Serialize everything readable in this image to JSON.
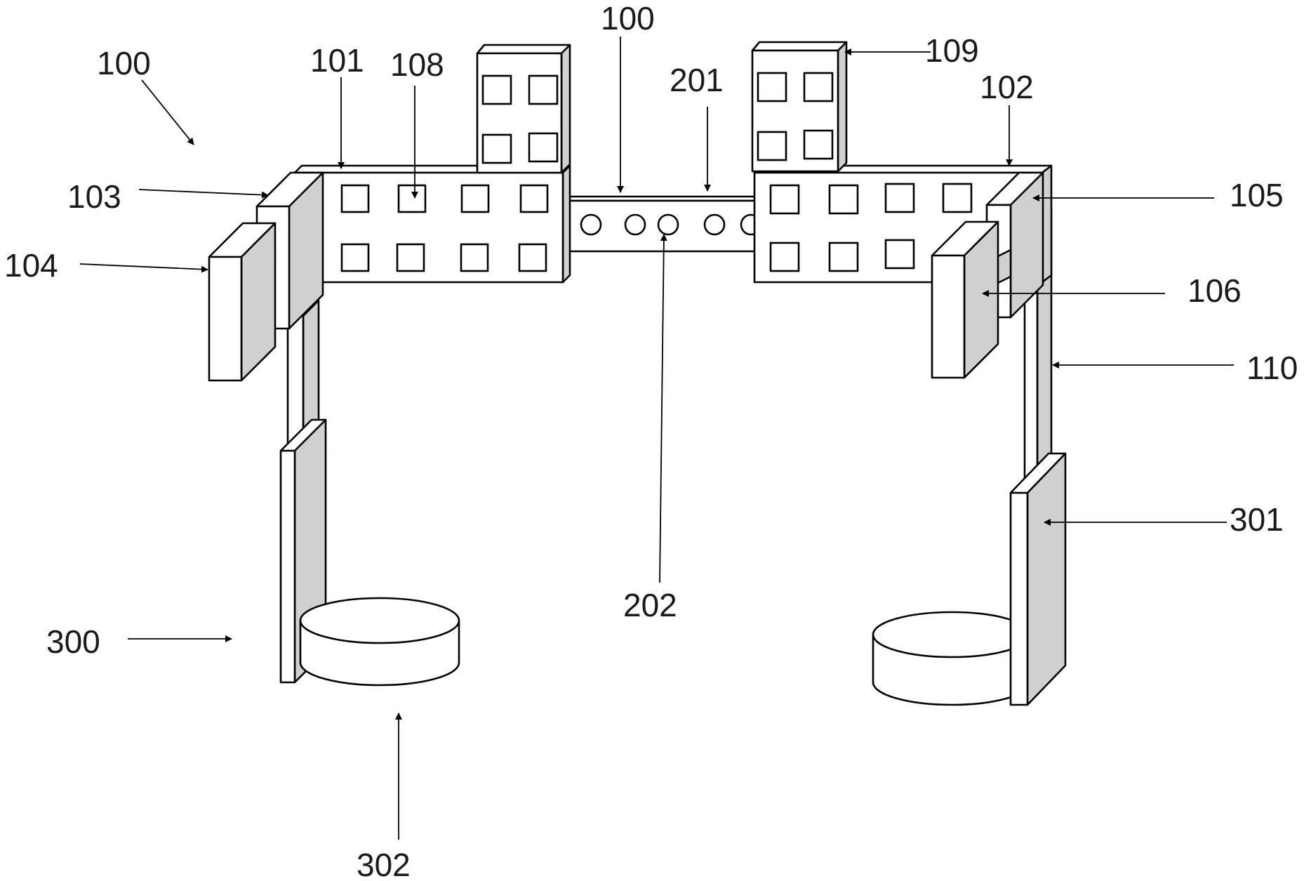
{
  "labels": {
    "l100a": "100",
    "l100b": "100",
    "l101": "101",
    "l102": "102",
    "l103": "103",
    "l104": "104",
    "l105": "105",
    "l106": "106",
    "l108": "108",
    "l109": "109",
    "l110": "110",
    "l201": "201",
    "l202": "202",
    "l300": "300",
    "l301": "301",
    "l302": "302"
  }
}
